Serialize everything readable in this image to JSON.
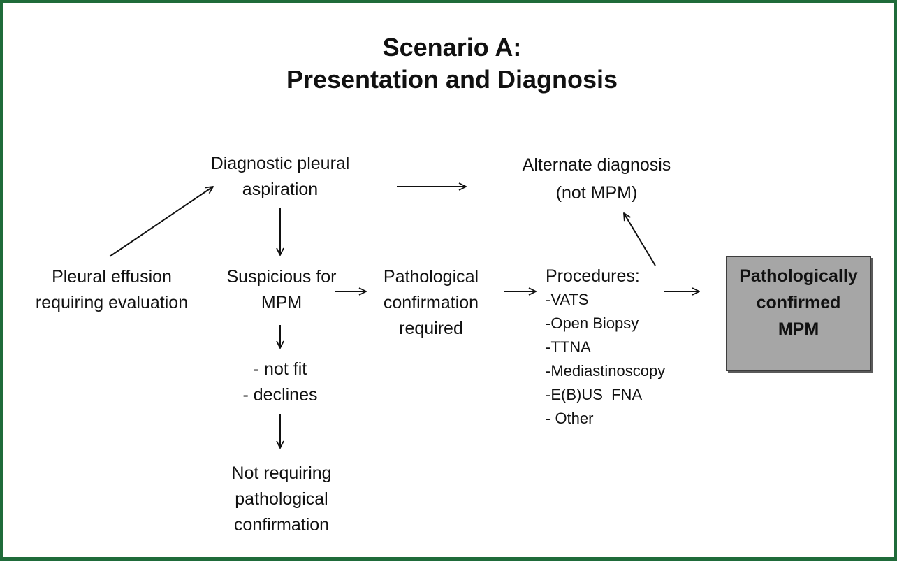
{
  "diagram": {
    "title": [
      "Scenario A:",
      "Presentation and Diagnosis"
    ],
    "nodes": {
      "pleural_effusion": [
        "Pleural effusion",
        "requiring evaluation"
      ],
      "diagnostic_aspiration": [
        "Diagnostic pleural",
        "aspiration"
      ],
      "alternate_diagnosis": [
        "Alternate diagnosis",
        "(not MPM)"
      ],
      "suspicious": [
        "Suspicious for",
        "MPM"
      ],
      "pathological_required": [
        "Pathological",
        "confirmation",
        "required"
      ],
      "procedures_header": "Procedures:",
      "procedures": [
        "-VATS",
        "-Open Biopsy",
        "-TTNA",
        "-Mediastinoscopy",
        "-E(B)US  FNA",
        "- Other"
      ],
      "confirmed": [
        "Pathologically",
        "confirmed",
        "MPM"
      ],
      "not_fit": [
        "- not fit",
        "- declines"
      ],
      "not_requiring": [
        "Not requiring",
        "pathological",
        "confirmation"
      ]
    },
    "edges": [
      {
        "from": "pleural_effusion",
        "to": "diagnostic_aspiration"
      },
      {
        "from": "diagnostic_aspiration",
        "to": "alternate_diagnosis"
      },
      {
        "from": "diagnostic_aspiration",
        "to": "suspicious"
      },
      {
        "from": "suspicious",
        "to": "pathological_required"
      },
      {
        "from": "suspicious",
        "to": "not_fit"
      },
      {
        "from": "not_fit",
        "to": "not_requiring"
      },
      {
        "from": "pathological_required",
        "to": "procedures"
      },
      {
        "from": "procedures",
        "to": "alternate_diagnosis"
      },
      {
        "from": "procedures",
        "to": "confirmed"
      }
    ],
    "colors": {
      "frame_border": "#1f6b3a",
      "confirmed_box_fill": "#a6a6a6",
      "arrow": "#111111"
    }
  }
}
